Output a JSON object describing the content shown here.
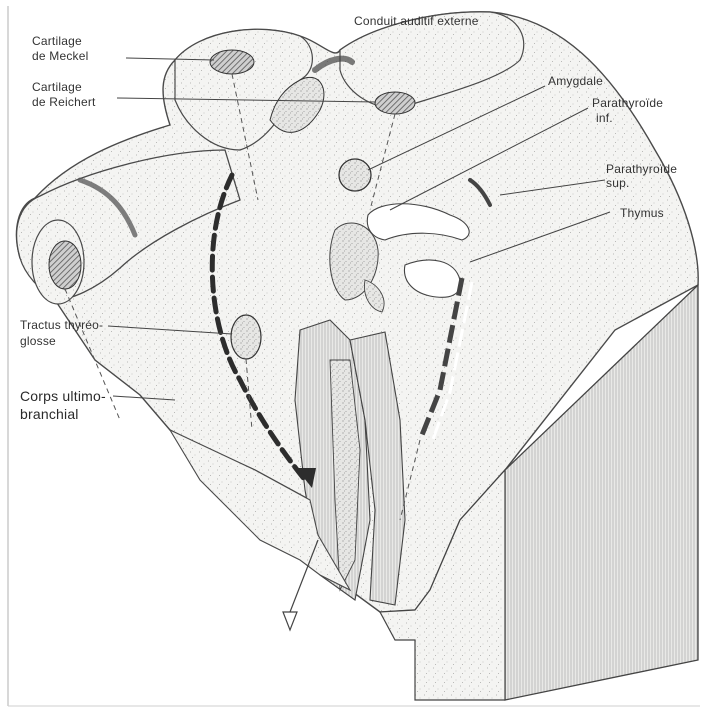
{
  "figure": {
    "labels": {
      "conduit_auditif": "Conduit auditif externe",
      "cartilage_meckel_1": "Cartilage",
      "cartilage_meckel_2": "de Meckel",
      "cartilage_reichert_1": "Cartilage",
      "cartilage_reichert_2": "de Reichert",
      "amygdale": "Amygdale",
      "parathyroide_inf_1": "Parathyroïde",
      "parathyroide_inf_2": "inf.",
      "parathyroide_sup_1": "Parathyroïde",
      "parathyroide_sup_2": "sup.",
      "thymus": "Thymus",
      "tractus_1": "Tractus thyréo-",
      "tractus_2": "glosse",
      "corps_1": "Corps ultimo-",
      "corps_2": "branchial"
    },
    "colors": {
      "ink": "#333333",
      "tissue": "#f3f3f1",
      "stipple": "#b5b5b5",
      "hatch": "#7a7a7a"
    }
  }
}
